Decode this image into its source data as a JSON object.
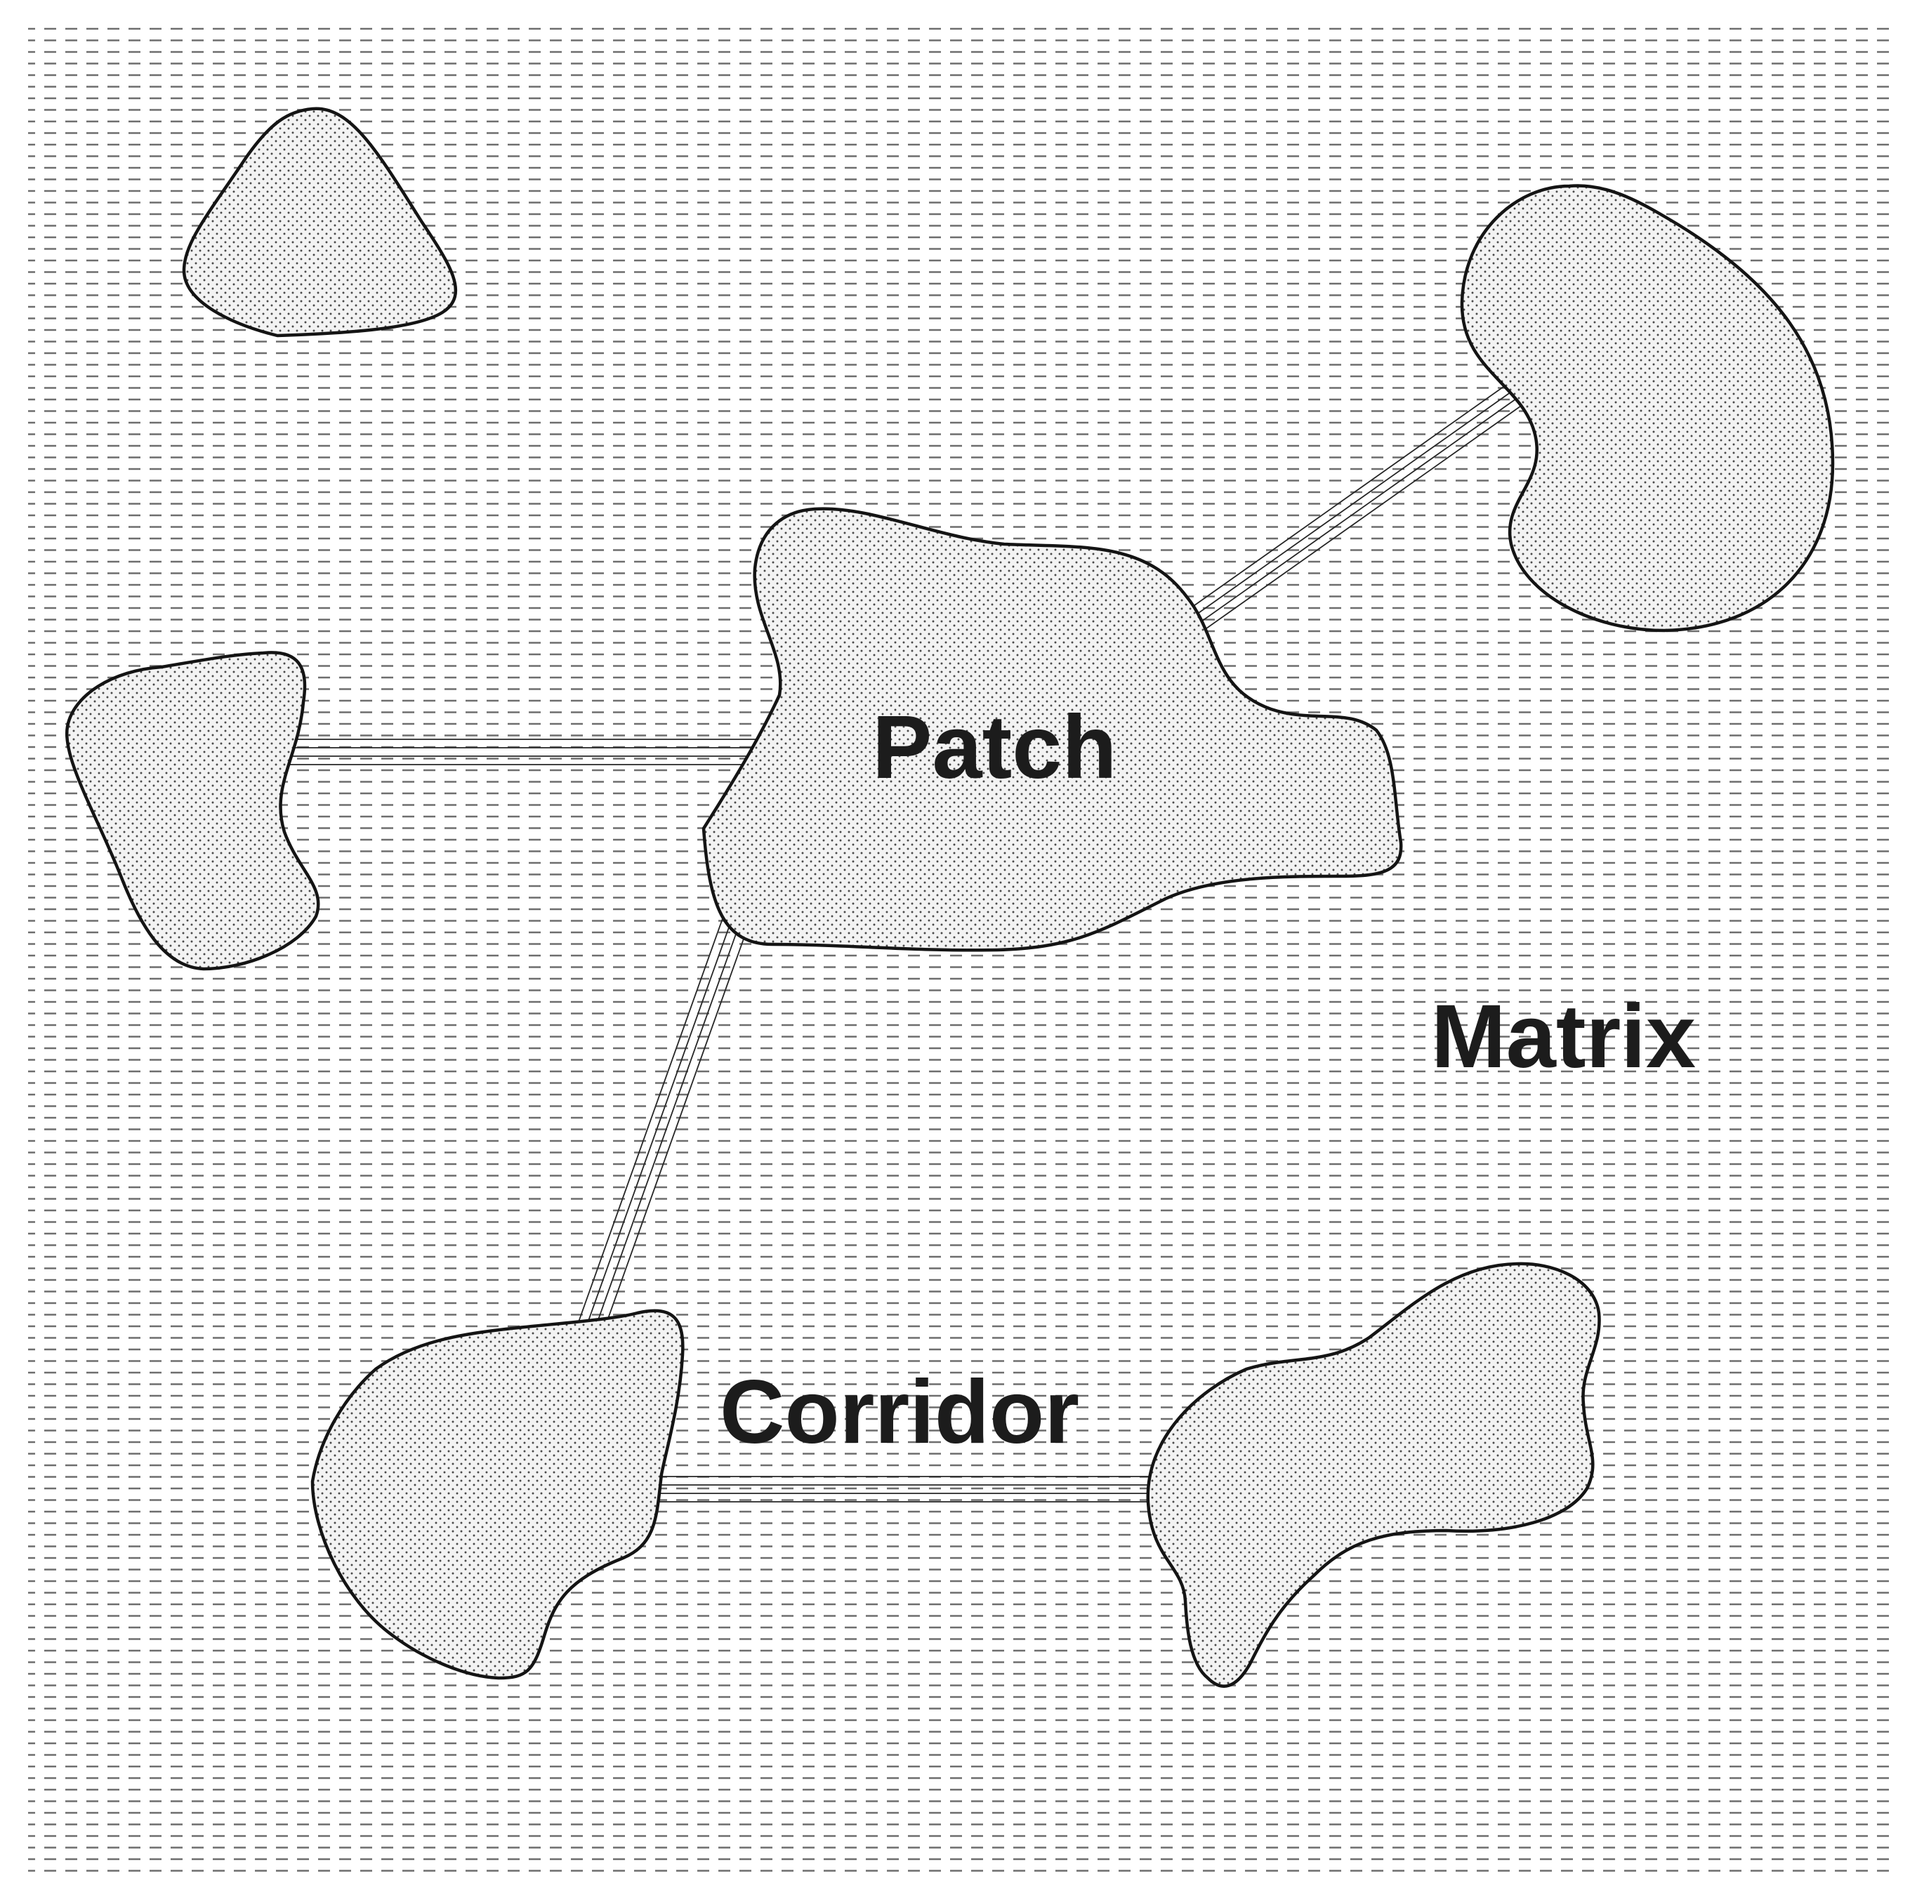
{
  "labels": {
    "patch": "Patch",
    "matrix": "Matrix",
    "corridor": "Corridor"
  },
  "colors": {
    "background": "#ffffff",
    "hatch_dash": "#6e6e6e",
    "patch_dot": "#4a4a4a",
    "outline": "#141414",
    "label_text": "#1c1c1c"
  }
}
